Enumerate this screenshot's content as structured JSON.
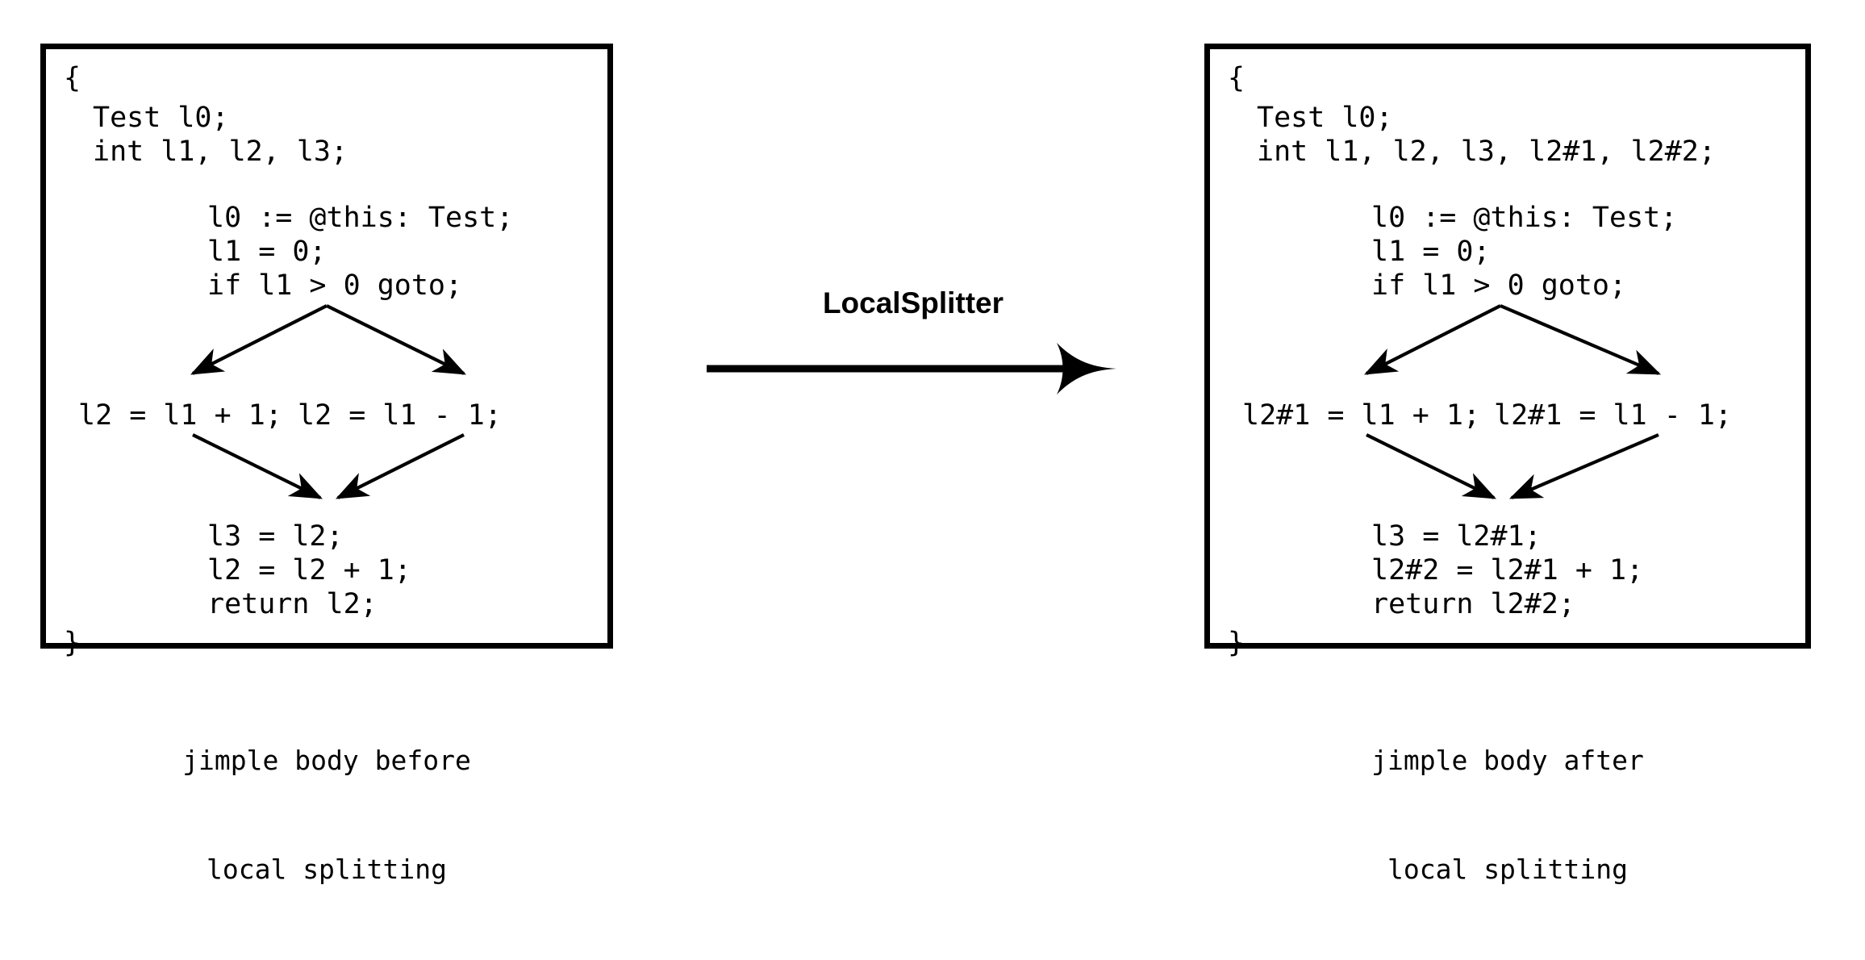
{
  "figure": {
    "transform_label": "LocalSplitter"
  },
  "before": {
    "caption_line1": "jimple body before",
    "caption_line2": "local splitting",
    "code": {
      "brace_open": "{",
      "decl1": "Test l0;",
      "decl2": "int l1, l2, l3;",
      "stmt1": "l0 := @this: Test;",
      "stmt2": "l1 = 0;",
      "stmt3": "if l1 > 0 goto;",
      "branch_left": "l2 = l1 + 1;",
      "branch_right": "l2 = l1 - 1;",
      "join1": "l3 = l2;",
      "join2": "l2 = l2 + 1;",
      "join3": "return l2;",
      "brace_close": "}"
    }
  },
  "after": {
    "caption_line1": "jimple body after",
    "caption_line2": "local splitting",
    "code": {
      "brace_open": "{",
      "decl1": "Test l0;",
      "decl2": "int l1, l2, l3, l2#1, l2#2;",
      "stmt1": "l0 := @this: Test;",
      "stmt2": "l1 = 0;",
      "stmt3": "if l1 > 0 goto;",
      "branch_left": "l2#1 = l1 + 1;",
      "branch_right": "l2#1 = l1 - 1;",
      "join1": "l3 = l2#1;",
      "join2": "l2#2 = l2#1 + 1;",
      "join3": "return l2#2;",
      "brace_close": "}"
    }
  },
  "colors": {
    "ink": "#000000",
    "paper": "#ffffff"
  }
}
